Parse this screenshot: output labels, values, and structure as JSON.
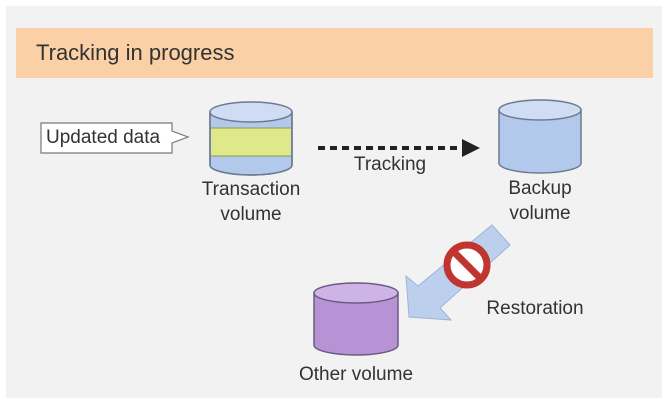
{
  "header": {
    "title": "Tracking in progress"
  },
  "callout": {
    "text": "Updated data"
  },
  "volumes": {
    "transaction": {
      "line1": "Transaction",
      "line2": "volume"
    },
    "backup": {
      "line1": "Backup",
      "line2": "volume"
    },
    "other": {
      "label": "Other volume"
    }
  },
  "arrows": {
    "tracking": "Tracking",
    "restoration": "Restoration"
  },
  "colors": {
    "header_bg": "#fcd0a6",
    "cylinder_blue": "#b3c9ec",
    "updated_data": "#e0e98a",
    "other_volume": "#b793d6",
    "prohibit": "#c0352f",
    "restore_arrow": "#bcd0ee"
  }
}
